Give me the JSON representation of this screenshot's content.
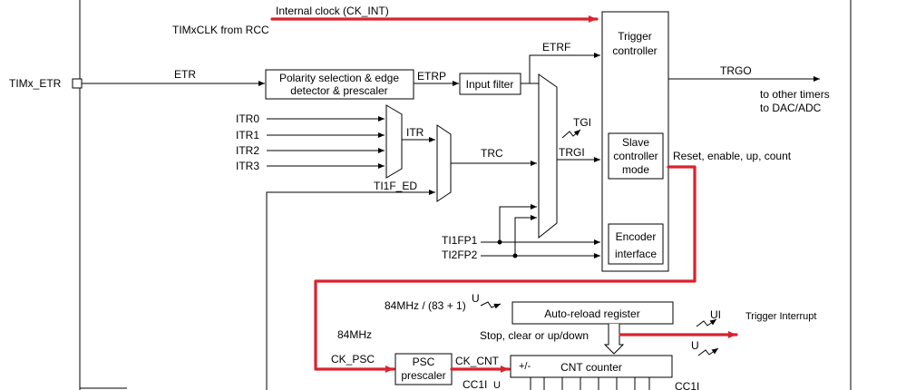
{
  "signals": {
    "internal_clock": "Internal clock (CK_INT)",
    "timxclk": "TIMxCLK from RCC",
    "timx_etr": "TIMx_ETR",
    "etr": "ETR",
    "etrp": "ETRP",
    "etrf": "ETRF",
    "trgo": "TRGO",
    "to_other_timers": "to other timers",
    "to_dac_adc": "to DAC/ADC",
    "itr0": "ITR0",
    "itr1": "ITR1",
    "itr2": "ITR2",
    "itr3": "ITR3",
    "itr": "ITR",
    "trc": "TRC",
    "tgi": "TGI",
    "trgi": "TRGI",
    "ti1f_ed": "TI1F_ED",
    "ti1fp1": "TI1FP1",
    "ti2fp2": "TI2FP2",
    "reset_enable": "Reset, enable, up, count",
    "u_arrow": "U",
    "stop_clear": "Stop, clear or up/down",
    "ui": "UI",
    "u_lower": "U",
    "trigger_interrupt": "Trigger Interrupt",
    "ck_psc": "CK_PSC",
    "ck_cnt": "CK_CNT",
    "cc1i_left": "CC1I",
    "cc1i_right": "CC1I",
    "u_tiny": "U",
    "plus_minus": "+/-"
  },
  "annotations": {
    "clock_formula": "84MHz / (83 + 1)",
    "psc_input_freq": "84MHz"
  },
  "blocks": {
    "polarity_line1": "Polarity selection & edge",
    "polarity_line2": "detector & prescaler",
    "input_filter": "Input filter",
    "trigger_line1": "Trigger",
    "trigger_line2": "controller",
    "slave_line1": "Slave",
    "slave_line2": "controller",
    "slave_line3": "mode",
    "encoder_line1": "Encoder",
    "encoder_line2": "interface",
    "auto_reload": "Auto-reload register",
    "psc_line1": "PSC",
    "psc_line2": "prescaler",
    "cnt_counter": "CNT counter"
  },
  "colors": {
    "highlight": "#d9232e"
  }
}
